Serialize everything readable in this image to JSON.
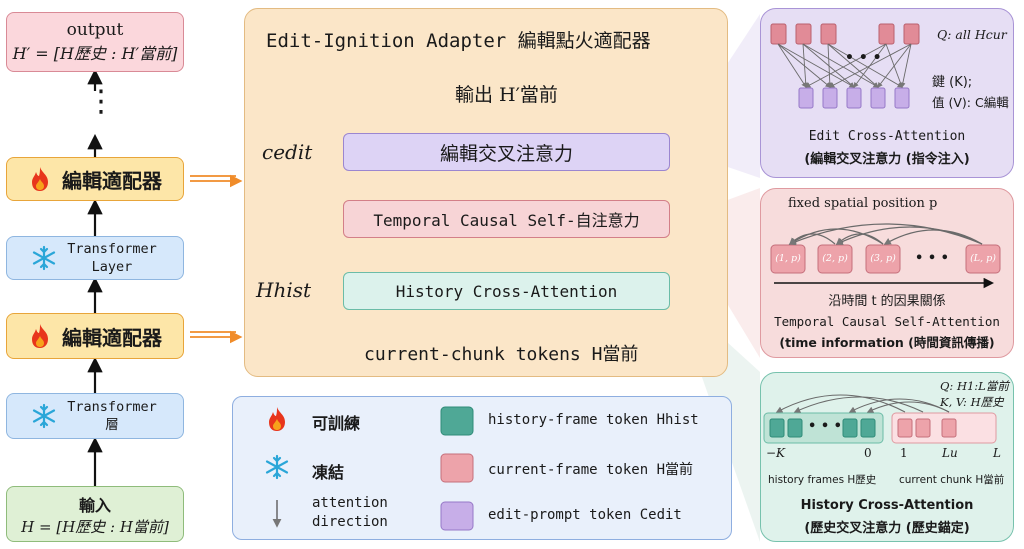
{
  "left": {
    "output_title": "output",
    "output_formula": "H′ = [H歷史 : H′當前]",
    "dots": "⋮",
    "adapter_label_1": "編輯適配器",
    "transformer_label_1": "Transformer Layer",
    "adapter_label_2": "編輯適配器",
    "transformer_label_2": "Transformer 層",
    "input_title": "輸入",
    "input_formula": "H = [H歷史 : H當前]"
  },
  "adapter": {
    "title": "Edit-Ignition Adapter 編輯點火適配器",
    "output_label": "輸出 H′當前",
    "edit_cross_attention": "編輯交叉注意力",
    "temporal_self_attention": "Temporal Causal Self-自注意力",
    "history_cross_attention": "History Cross-Attention",
    "input_label": "current-chunk tokens H當前",
    "c_edit": "cedit",
    "h_hist": "Hhist"
  },
  "panel_edit": {
    "q_label": "Q: all Hcur",
    "kv_label_1": "鍵 (K);",
    "kv_label_2": "值 (V): C編輯",
    "dots": "• • •",
    "caption_1": "Edit Cross-Attention",
    "caption_2": "(編輯交叉注意力 (指令注入)"
  },
  "panel_temporal": {
    "top_label": "fixed spatial position p",
    "tokens": [
      "(1, p)",
      "(2, p)",
      "(3, p)",
      "(L, p)"
    ],
    "dots": "• • •",
    "axis_label": "沿時間 t 的因果關係",
    "caption_1": "Temporal Causal Self-Attention",
    "caption_2": "(time information (時間資訊傳播)"
  },
  "panel_history": {
    "q_label": "Q: H1:L當前",
    "kv_label": "K, V: H歷史",
    "dots": "• • •",
    "axis_ticks": [
      "−K",
      "0",
      "1",
      "Lu",
      "L"
    ],
    "history_label": "history frames H歷史",
    "current_label": "current chunk H當前",
    "caption_1": "History Cross-Attention",
    "caption_2": "(歷史交叉注意力 (歷史錨定)"
  },
  "legend": {
    "trainable": "可訓練",
    "frozen": "凍結",
    "attention_1": "attention",
    "attention_2": "direction",
    "history_token": "history-frame token Hhist",
    "current_token": "current-frame token H當前",
    "edit_token": "edit-prompt token Cedit"
  },
  "colors": {
    "adapter_bg": "#fbe6c8",
    "edit_purple": "#ddd3f5",
    "temporal_pink": "#f7d4d6",
    "history_teal": "#dcf2ec",
    "fire": "#e8351c",
    "snow": "#2aa6d8"
  }
}
